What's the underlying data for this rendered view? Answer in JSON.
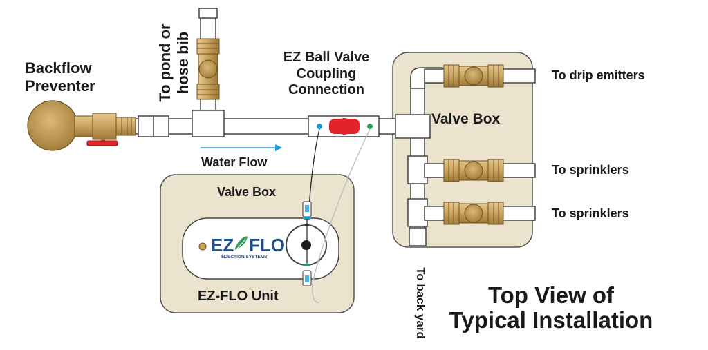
{
  "labels": {
    "backflow": "Backflow\nPreventer",
    "pond": "To pond or\nhose bib",
    "ez_coupling": "EZ Ball Valve\nCoupling\nConnection",
    "valve_box_right": "Valve Box",
    "drip": "To drip emitters",
    "sprinklers_1": "To sprinklers",
    "sprinklers_2": "To sprinklers",
    "water_flow": "Water Flow",
    "valve_box_left": "Valve Box",
    "ezflo_unit": "EZ-FLO Unit",
    "back_yard": "To back yard",
    "title": "Top View of\nTypical Installation"
  },
  "logo": {
    "brand_left": "EZ",
    "brand_right": "FLO",
    "tagline": "INJECTION SYSTEMS"
  },
  "colors": {
    "brass": "#c9a25e",
    "brass_dark": "#8a6a30",
    "box_fill": "#ece3cf",
    "box_stroke": "#555555",
    "pipe_fill": "#ffffff",
    "pipe_stroke": "#444444",
    "red_valve": "#e2232a",
    "flow_arrow": "#1e9ad6",
    "logo_blue": "#1d4e8f",
    "logo_green": "#2e9a5e"
  },
  "icons": {
    "backflow": "brass-backflow-preventer",
    "pond_valve": "brass-ball-valve",
    "zone_valve": "brass-ball-valve",
    "ez_coupling": "red-ball-valve-handle",
    "flow_arrow": "right-arrow",
    "ezflo": "ezflo-injection-unit"
  }
}
